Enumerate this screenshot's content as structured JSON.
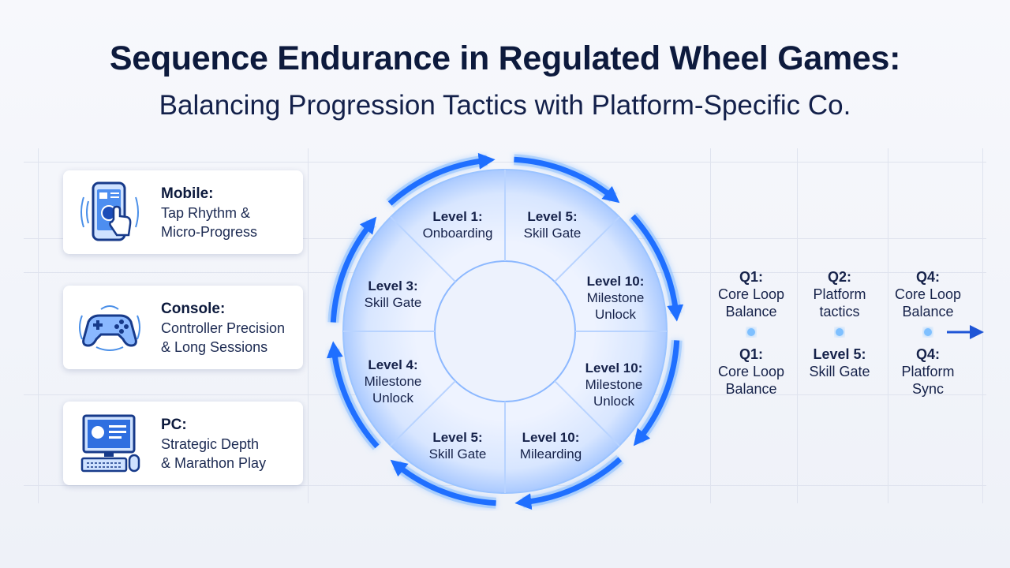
{
  "header": {
    "title": "Sequence Endurance in Regulated Wheel Games:",
    "subtitle": "Balancing Progression Tactics with Platform-Specific Co."
  },
  "platforms": [
    {
      "icon": "mobile-phone-icon",
      "name": "Mobile:",
      "line1": "Tap Rhythm &",
      "line2": "Micro-Progress"
    },
    {
      "icon": "gamepad-icon",
      "name": "Console:",
      "line1": "Controller Precision",
      "line2": "& Long Sessions"
    },
    {
      "icon": "desktop-pc-icon",
      "name": "PC:",
      "line1": "Strategic Depth",
      "line2": "& Marathon Play"
    }
  ],
  "wheel": {
    "segments": [
      {
        "level": "Level 1:",
        "label": "Onboarding"
      },
      {
        "level": "Level 5:",
        "label": "Skill Gate"
      },
      {
        "level": "Level 10:",
        "label": "Milestone Unlock"
      },
      {
        "level": "Level 10:",
        "label": "Milestone Unlock"
      },
      {
        "level": "Level 10:",
        "label": "Milearding"
      },
      {
        "level": "Level 5:",
        "label": "Skill Gate"
      },
      {
        "level": "Level 4:",
        "label": "Milestone Unlock"
      },
      {
        "level": "Level 3:",
        "label": "Skill Gate"
      }
    ]
  },
  "timeline": {
    "top": [
      {
        "q": "Q1:",
        "line1": "Core Loop",
        "line2": "Balance"
      },
      {
        "q": "Q2:",
        "line1": "Platform",
        "line2": "tactics"
      },
      {
        "q": "Q4:",
        "line1": "Core Loop",
        "line2": "Balance"
      }
    ],
    "bottom": [
      {
        "q": "Q1:",
        "line1": "Core Loop",
        "line2": "Balance"
      },
      {
        "q": "Level 5:",
        "line1": "Skill Gate",
        "line2": ""
      },
      {
        "q": "Q4:",
        "line1": "Platform",
        "line2": "Sync"
      }
    ]
  },
  "colors": {
    "accent": "#1f6fff",
    "glow": "#5aa8ff",
    "title": "#0d1a3d"
  }
}
